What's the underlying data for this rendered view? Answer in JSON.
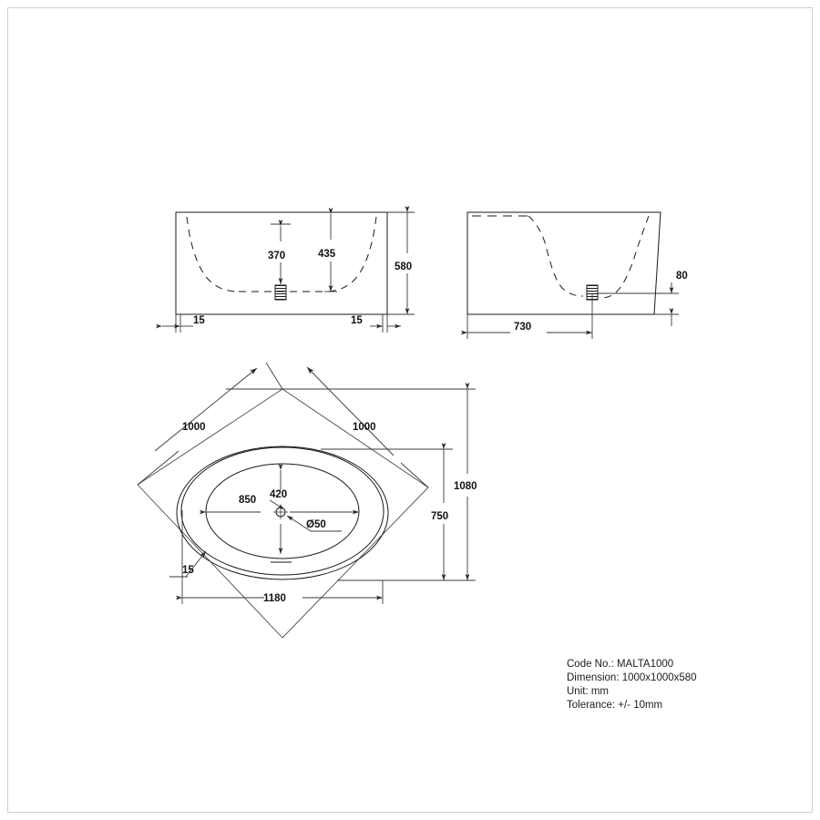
{
  "sheet": {
    "background_color": "#ffffff",
    "line_color": "#1a1a1a",
    "border_color": "#cfcfcf"
  },
  "title_block": {
    "code_no": "Code No.: MALTA1000",
    "dimension": "Dimension: 1000x1000x580",
    "unit": "Unit: mm",
    "tolerance": "Tolerance: +/- 10mm"
  },
  "views": {
    "front_elevation": {
      "name": "front-elevation-view",
      "dimensions": {
        "water_depth": "370",
        "inner_depth": "435",
        "overall_height": "580",
        "wall_left": "15",
        "wall_right": "15"
      }
    },
    "side_elevation": {
      "name": "side-elevation-view",
      "dimensions": {
        "width": "730",
        "drain_height": "80"
      }
    },
    "plan": {
      "name": "plan-view",
      "dimensions": {
        "corner_left": "1000",
        "corner_right": "1000",
        "overall_depth": "1080",
        "inner_depth": "750",
        "overall_width": "1180",
        "basin_length": "850",
        "basin_half_width": "420",
        "drain_diameter": "Ø50",
        "rim_thickness": "15"
      }
    }
  }
}
